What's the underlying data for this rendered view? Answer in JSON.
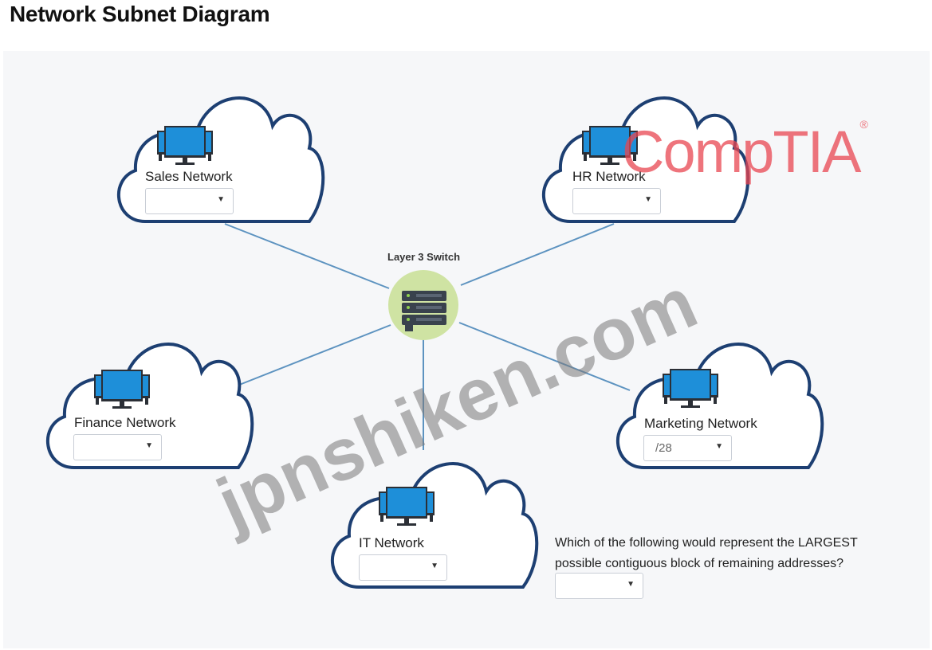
{
  "title": "Network Subnet Diagram",
  "switch": {
    "label": "Layer 3 Switch"
  },
  "networks": [
    {
      "name": "Sales Network",
      "value": ""
    },
    {
      "name": "HR Network",
      "value": ""
    },
    {
      "name": "Finance Network",
      "value": ""
    },
    {
      "name": "Marketing Network",
      "value": "/28"
    },
    {
      "name": "IT Network",
      "value": ""
    }
  ],
  "question": {
    "text": "Which of the following would represent the LARGEST possible contiguous block of remaining addresses?",
    "value": ""
  },
  "watermarks": {
    "site": "jpnshiken.com",
    "logo": "CompTIA",
    "logo_mark": "®"
  },
  "colors": {
    "cloud_stroke": "#1d3f72",
    "monitor": "#1e8fd9",
    "link": "#5d93c0",
    "switch_glow": "#cfe3a3",
    "logo": "#e84650"
  }
}
